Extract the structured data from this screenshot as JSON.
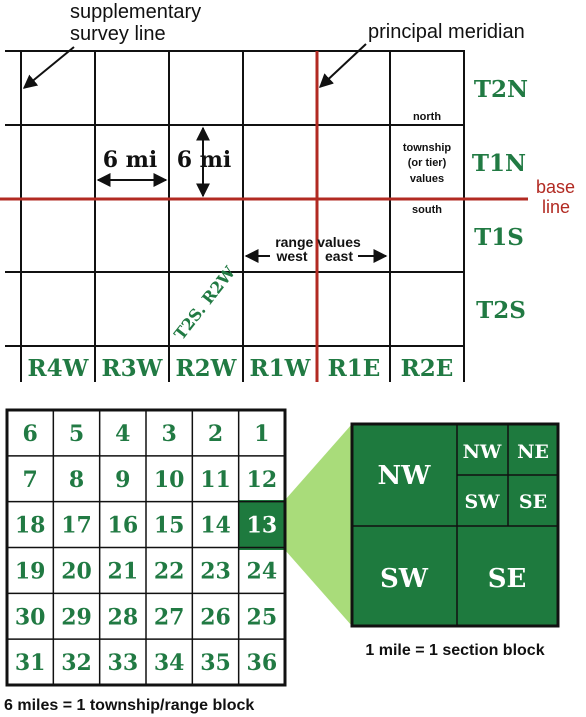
{
  "colors": {
    "green": "#217a43",
    "dark_green": "#1e7a3e",
    "light_green": "#a9dc7a",
    "red": "#b22a22",
    "line": "#111111"
  },
  "top": {
    "supplementary_line1": "supplementary",
    "supplementary_line2": "survey line",
    "principal_meridian": "principal meridian",
    "base_line1": "base",
    "base_line2": "line",
    "north": "north",
    "south": "south",
    "township_line1": "township",
    "township_line2": "(or tier)",
    "township_line3": "values",
    "range_line1": "range values",
    "range_west": "west",
    "range_east": "east",
    "six_mi_a": "6 mi",
    "six_mi_b": "6 mi",
    "diag_label": "T2S. R2W",
    "townships": [
      "T2N",
      "T1N",
      "T1S",
      "T2S"
    ],
    "ranges": [
      "R4W",
      "R3W",
      "R2W",
      "R1W",
      "R1E",
      "R2E"
    ]
  },
  "sections": {
    "rows": [
      [
        "6",
        "5",
        "4",
        "3",
        "2",
        "1"
      ],
      [
        "7",
        "8",
        "9",
        "10",
        "11",
        "12"
      ],
      [
        "18",
        "17",
        "16",
        "15",
        "14",
        "13"
      ],
      [
        "19",
        "20",
        "21",
        "22",
        "23",
        "24"
      ],
      [
        "30",
        "29",
        "28",
        "27",
        "26",
        "25"
      ],
      [
        "31",
        "32",
        "33",
        "34",
        "35",
        "36"
      ]
    ],
    "caption": "6 miles = 1 township/range block"
  },
  "quarters": {
    "nw": "NW",
    "sw": "SW",
    "se": "SE",
    "sub_nw": "NW",
    "sub_ne": "NE",
    "sub_sw": "SW",
    "sub_se": "SE",
    "caption": "1 mile = 1 section block"
  }
}
